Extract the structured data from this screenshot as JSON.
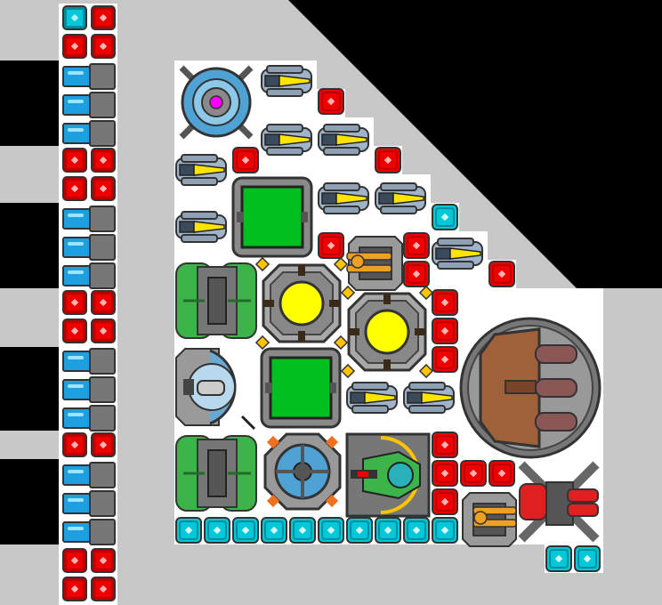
{
  "scene": {
    "name": "ship-builder-grid",
    "hull_color": "#c8c8c8",
    "background_color": "#000000",
    "build_area_color": "#ffffff"
  },
  "palette": {
    "red_block": "#e00000",
    "cyan_block": "#00c8d8",
    "battery_blue": "#1ea0e0",
    "gyro_green": "#3cb44a",
    "thruster_yellow": "#ffe400",
    "reactor_yellow": "#ffff00",
    "cargo_green": "#00c020",
    "cannon_brown": "#a0603a"
  },
  "components": {
    "left_column": [
      "cyan",
      "red",
      "red",
      "red",
      "battery",
      "battery",
      "battery",
      "red",
      "red",
      "red",
      "red",
      "battery",
      "battery",
      "battery",
      "red",
      "red",
      "red",
      "red",
      "battery",
      "battery",
      "battery",
      "red",
      "red",
      "battery",
      "battery",
      "battery",
      "red",
      "red",
      "red",
      "red"
    ],
    "icons": [
      "shield-generator-icon",
      "engine-thruster-icon",
      "cargo-bay-icon",
      "reactor-core-icon",
      "gyroscope-icon",
      "turret-cannon-icon",
      "laser-weapon-icon",
      "drone-bay-icon"
    ]
  }
}
